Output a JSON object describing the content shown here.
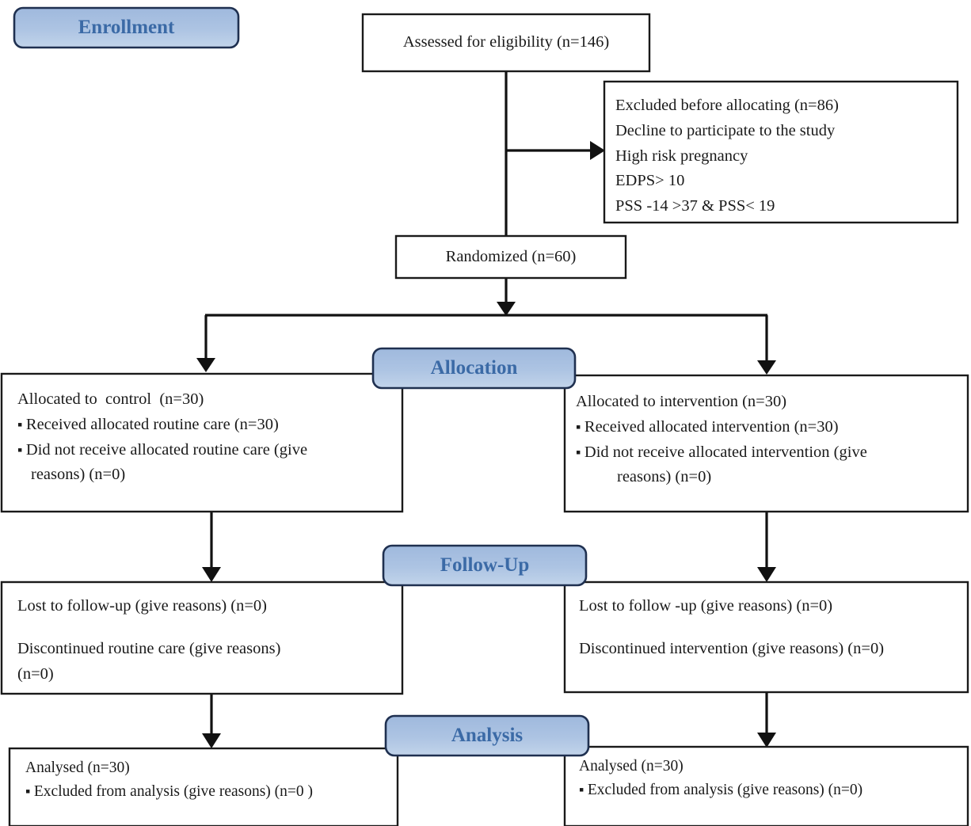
{
  "diagram": {
    "title": "CONSORT participant flow diagram",
    "accent_color": "#3b6aa6",
    "stage_fill_top": "#9fb9dd",
    "stage_fill_bottom": "#bcd0e8",
    "stage_border_color": "#1f3050",
    "box_border_color": "#1a1a1a",
    "connector_color": "#111111"
  },
  "stages": {
    "enrollment": "Enrollment",
    "allocation": "Allocation",
    "followup": "Follow-Up",
    "analysis": "Analysis"
  },
  "boxes": {
    "assessed": {
      "lines": [
        {
          "text": "Assessed for eligibility (n=146)",
          "style": "plain"
        }
      ]
    },
    "excluded": {
      "lines": [
        {
          "text": "Excluded before allocating (n=86)",
          "style": "plain"
        },
        {
          "text": "Decline to participate to the study",
          "style": "plain"
        },
        {
          "text": "High risk pregnancy",
          "style": "plain"
        },
        {
          "text": "EDPS> 10",
          "style": "plain"
        },
        {
          "text": "PSS -14 >37 & PSS< 19",
          "style": "plain"
        }
      ]
    },
    "randomized": {
      "lines": [
        {
          "text": "Randomized (n=60)",
          "style": "plain"
        }
      ]
    },
    "allocation_control": {
      "lines": [
        {
          "text": "Allocated to  control  (n=30)",
          "style": "plain"
        },
        {
          "text": "Received allocated routine care (n=30)",
          "style": "bullet"
        },
        {
          "text": "Did not receive allocated routine care (give",
          "style": "bullet"
        },
        {
          "text": "reasons) (n=0)",
          "style": "cont-left"
        }
      ]
    },
    "allocation_intervention": {
      "lines": [
        {
          "text": "Allocated to intervention (n=30)",
          "style": "plain"
        },
        {
          "text": "Received allocated intervention (n=30)",
          "style": "bullet"
        },
        {
          "text": "Did not receive allocated intervention (give",
          "style": "bullet"
        },
        {
          "text": "reasons) (n=0)",
          "style": "cont-right"
        }
      ]
    },
    "followup_control": {
      "lines": [
        {
          "text": "Lost to follow-up (give reasons) (n=0)",
          "style": "plain"
        },
        {
          "text": "",
          "style": "spacer"
        },
        {
          "text": "Discontinued routine care (give reasons)",
          "style": "plain"
        },
        {
          "text": "(n=0)",
          "style": "plain"
        }
      ]
    },
    "followup_intervention": {
      "lines": [
        {
          "text": "Lost to follow -up (give reasons) (n=0)",
          "style": "plain"
        },
        {
          "text": "",
          "style": "spacer"
        },
        {
          "text": "Discontinued intervention (give reasons) (n=0)",
          "style": "plain"
        }
      ]
    },
    "analysis_control": {
      "lines": [
        {
          "text": "Analysed (n=30)",
          "style": "plain"
        },
        {
          "text": "Excluded from analysis (give reasons) (n=0 )",
          "style": "bullet"
        }
      ]
    },
    "analysis_intervention": {
      "lines": [
        {
          "text": "Analysed (n=30)",
          "style": "plain"
        },
        {
          "text": "Excluded from analysis (give reasons) (n=0)",
          "style": "bullet"
        }
      ]
    }
  }
}
